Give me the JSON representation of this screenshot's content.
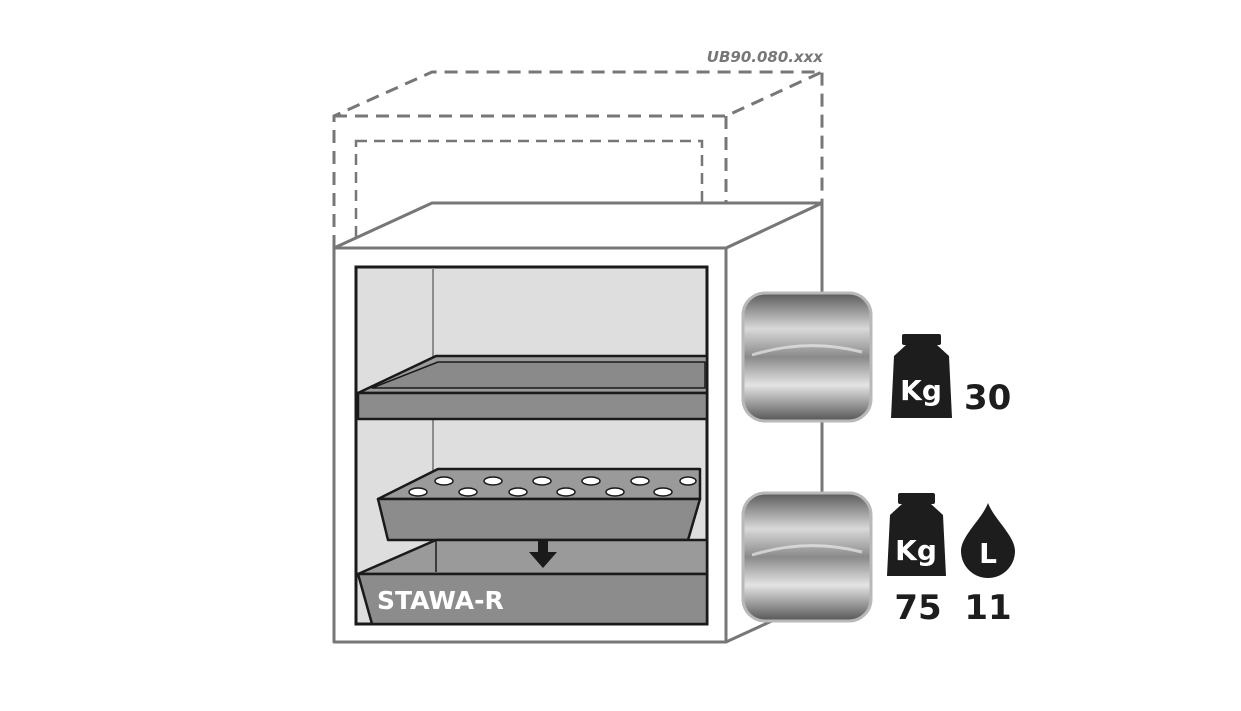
{
  "diagram": {
    "model_label": "UB90.080.xxx",
    "tray_label": "STAWA-R",
    "upper_shelf": {
      "weight_icon": "weight-icon",
      "weight_unit": "Kg",
      "weight_value": "30"
    },
    "lower_shelf": {
      "weight_icon": "weight-icon",
      "weight_unit": "Kg",
      "weight_value": "75",
      "volume_icon": "drop-icon",
      "volume_unit": "L",
      "volume_value": "11"
    },
    "colors": {
      "outline": "#777777",
      "dark_line": "#1a1a1a",
      "interior": "#dedede",
      "shelf": "#8c8c8c",
      "icon": "#1d1d1d"
    }
  }
}
